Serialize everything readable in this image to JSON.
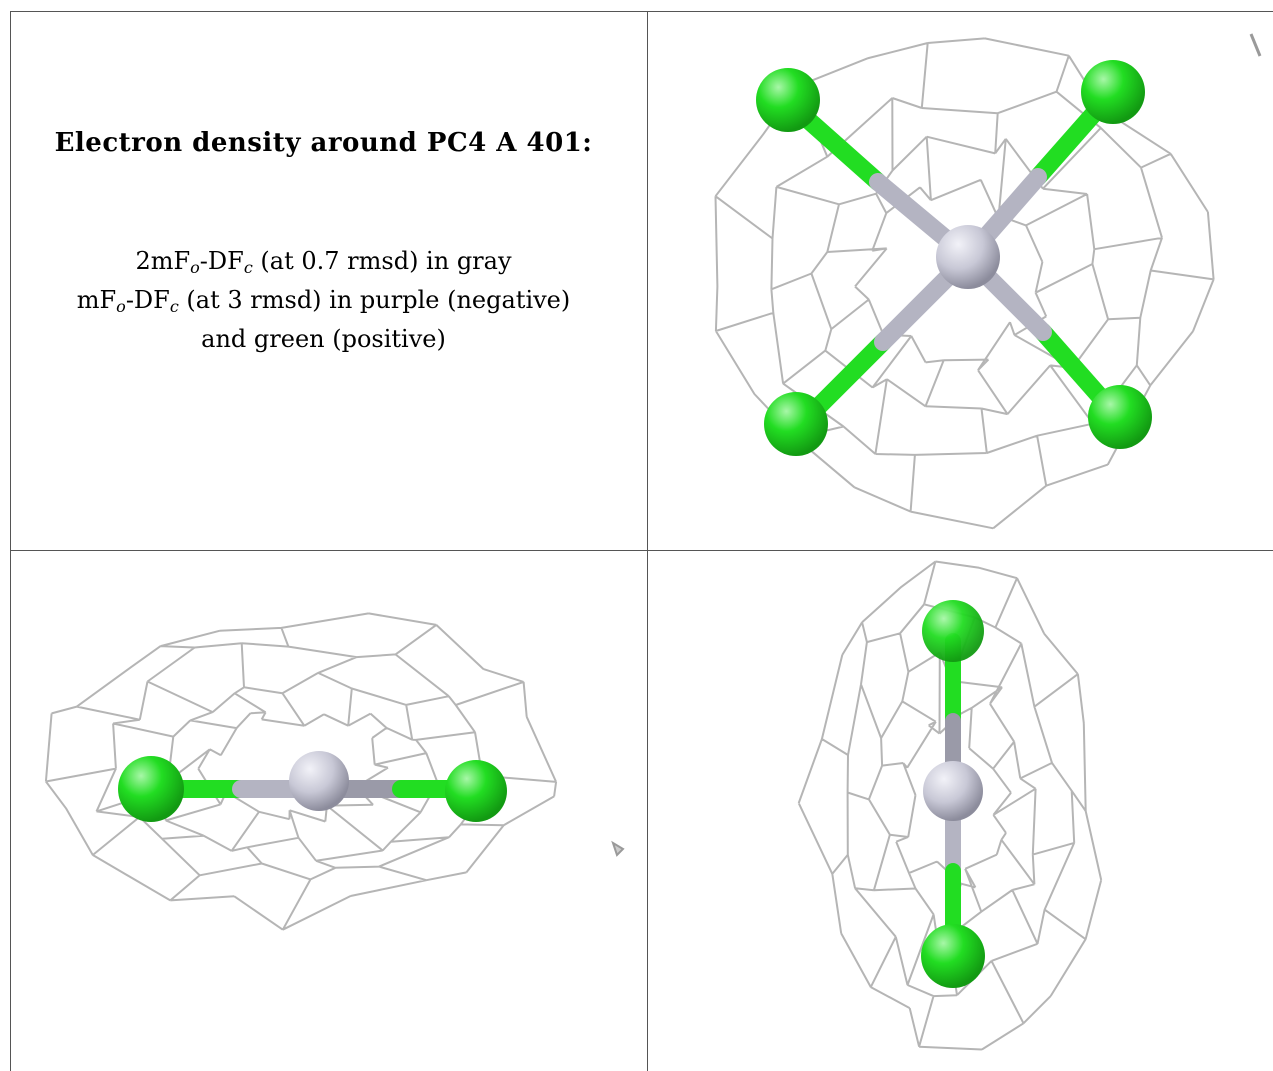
{
  "caption": {
    "title": "Electron density around PC4 A 401:",
    "line1": {
      "prefix": "2mF",
      "sub1": "o",
      "mid": "-DF",
      "sub2": "c",
      "suffix": " (at 0.7 rmsd) in gray"
    },
    "line2": {
      "prefix": "mF",
      "sub1": "o",
      "mid": "-DF",
      "sub2": "c",
      "suffix": " (at 3 rmsd) in purple (negative)"
    },
    "line3": "and green (positive)"
  },
  "colors": {
    "mesh": "#b5b5b5",
    "chlorine": "#22dd22",
    "chlorine_highlight": "#a8f7a8",
    "platinum": "#c8c8d6",
    "platinum_shadow": "#9a9aa8",
    "bond_metal": "#b4b4c2",
    "grid_line": "#555555"
  },
  "views": [
    {
      "id": "top-right",
      "icons": [
        "mesh-icon",
        "platinum-atom-icon",
        "chlorine-atom-icon"
      ]
    },
    {
      "id": "bottom-left",
      "icons": [
        "mesh-icon",
        "platinum-atom-icon",
        "chlorine-atom-icon"
      ]
    },
    {
      "id": "bottom-right",
      "icons": [
        "mesh-icon",
        "platinum-atom-icon",
        "chlorine-atom-icon"
      ]
    }
  ]
}
